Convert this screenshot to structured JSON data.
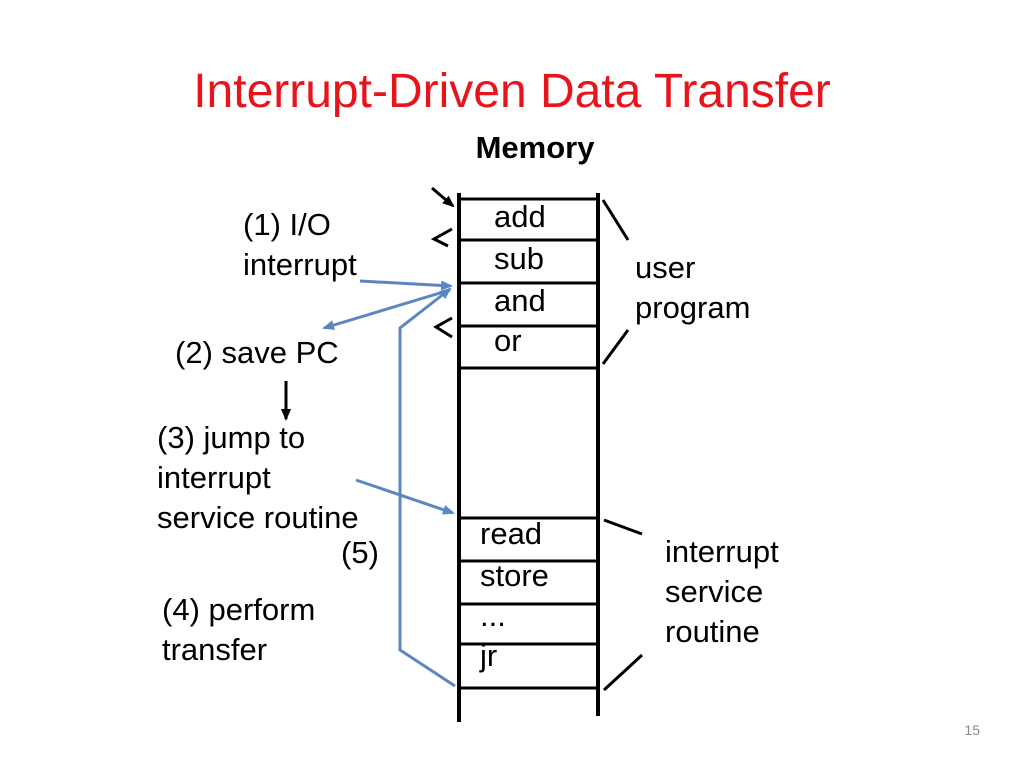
{
  "slide": {
    "title": "Interrupt-Driven Data Transfer",
    "number": "15"
  },
  "memory": {
    "heading": "Memory",
    "user_program_instructions": [
      "add",
      "sub",
      "and",
      "or"
    ],
    "isr_instructions": [
      "read",
      "store",
      "...",
      "jr"
    ]
  },
  "labels": {
    "user_program": [
      "user",
      "program"
    ],
    "isr": [
      "interrupt",
      "service",
      "routine"
    ]
  },
  "steps": {
    "step1": [
      "(1) I/O",
      "interrupt"
    ],
    "step2": "(2) save PC",
    "step3": [
      "(3) jump to",
      "interrupt",
      "service routine"
    ],
    "step4": [
      "(4) perform",
      "transfer"
    ],
    "step5": "(5)"
  },
  "colors": {
    "title": "#e8141b",
    "arrow_blue": "#5b86c2",
    "ink": "#000000"
  }
}
